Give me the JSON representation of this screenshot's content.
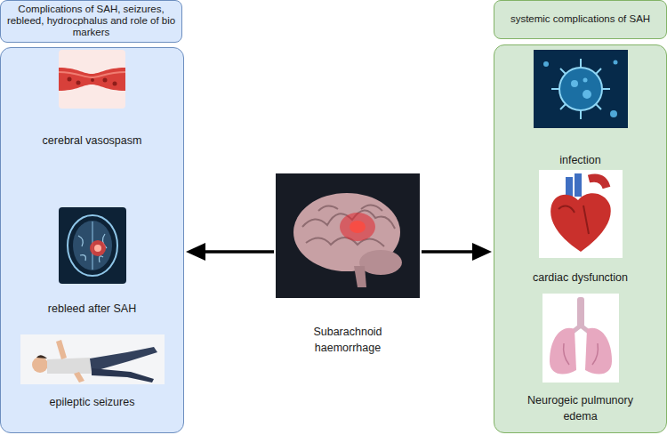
{
  "diagram": {
    "nodes": [
      {
        "text": [
          "Complications of SAH, seizures, rebleed, hydrocphalus and role of bio markers"
        ]
      },
      {
        "text": [
          "cerebral vasospasm"
        ],
        "in": 0
      },
      {
        "text": [
          "rebleed after SAH"
        ],
        "in": 0
      },
      {
        "text": [
          "epileptic seizures"
        ],
        "in": 0
      },
      {
        "text": [
          "Subarachnoid haemorrhage"
        ]
      },
      {
        "text": [
          "systemic complications of SAH"
        ]
      },
      {
        "text": [
          "infection"
        ],
        "in": 5
      },
      {
        "text": [
          "cardiac dysfunction"
        ],
        "in": 5
      },
      {
        "text": [
          "Neurogeic pulmunory edema"
        ],
        "in": 5
      }
    ],
    "edges": [
      {
        "from": 4,
        "to": 0,
        "arrow": "to"
      },
      {
        "from": 4,
        "to": 5,
        "arrow": "to"
      }
    ]
  }
}
